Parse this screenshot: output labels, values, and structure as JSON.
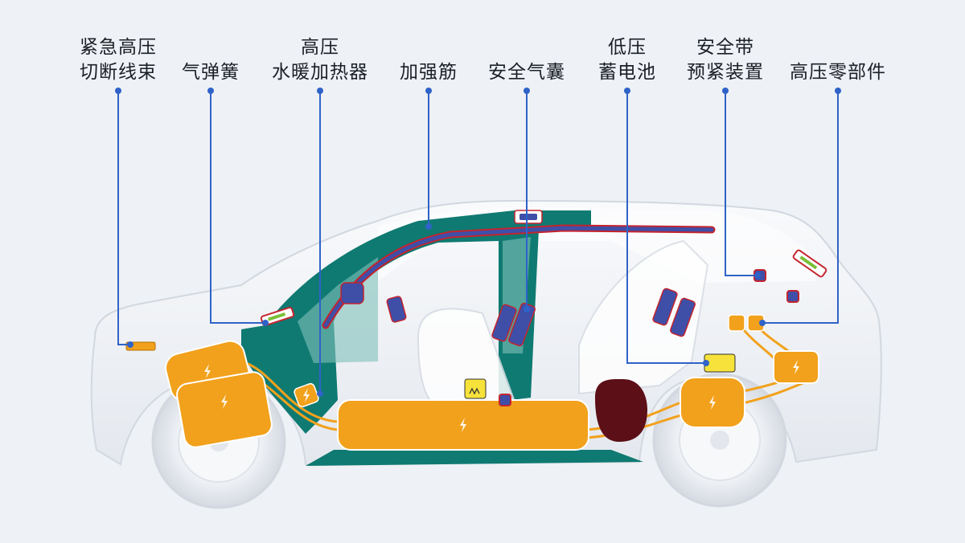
{
  "callouts": [
    {
      "id": "hv-cut",
      "lines": [
        "紧急高压",
        "切断线束"
      ]
    },
    {
      "id": "gas-spring",
      "lines": [
        "气弹簧"
      ]
    },
    {
      "id": "hv-heater",
      "lines": [
        "高压",
        "水暖加热器"
      ]
    },
    {
      "id": "rib",
      "lines": [
        "加强筋"
      ]
    },
    {
      "id": "airbag",
      "lines": [
        "安全气囊"
      ]
    },
    {
      "id": "lv-battery",
      "lines": [
        "低压",
        "蓄电池"
      ]
    },
    {
      "id": "pretensioner",
      "lines": [
        "安全带",
        "预紧装置"
      ]
    },
    {
      "id": "hv-parts",
      "lines": [
        "高压零部件"
      ]
    }
  ],
  "colors": {
    "background": "#eef1f5",
    "leader_line": "#2f63c8",
    "high_voltage": "#f2a11c",
    "reinforcement": "#0f7a72",
    "airbag": "#3f4fa8",
    "lv_battery": "#5c0f17",
    "alert_outline": "#c4242e"
  },
  "icons": [
    "lightning-bolt-icon",
    "spring-icon",
    "battery-icon",
    "heater-icon"
  ]
}
